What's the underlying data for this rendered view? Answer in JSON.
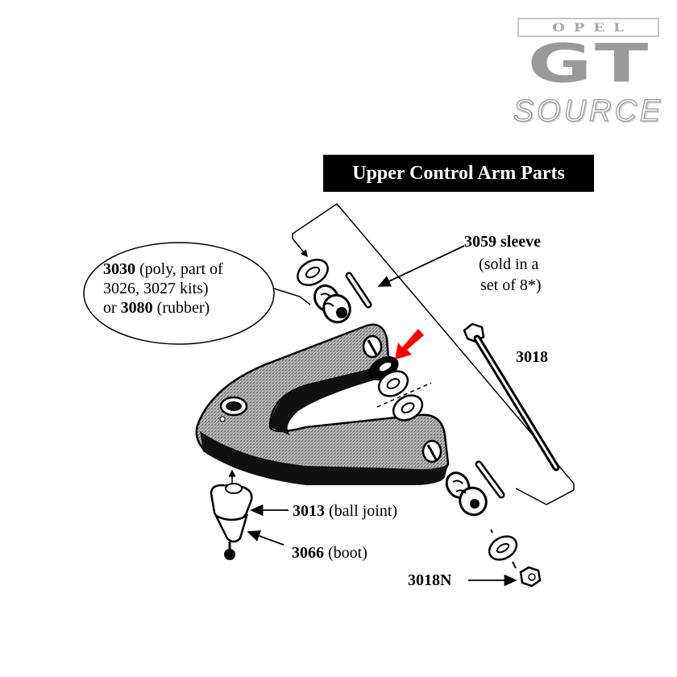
{
  "logo": {
    "brand_top": "OPEL",
    "brand_middle": "GT",
    "brand_bottom": "SOURCE"
  },
  "diagram": {
    "title": "Upper Control Arm Parts",
    "highlight_color": "#ff0000",
    "labels": {
      "bushing": {
        "part1_number": "3030",
        "part1_desc": "(poly, part of",
        "line2": "3026, 3027 kits)",
        "or": "or",
        "part2_number": "3080",
        "part2_desc": "(rubber)"
      },
      "sleeve": {
        "number": "3059",
        "name": "sleeve",
        "note_line1": "(sold in a",
        "note_line2": "set of 8*)"
      },
      "bolt": {
        "number": "3018"
      },
      "ball_joint": {
        "number": "3013",
        "desc": "(ball joint)"
      },
      "boot": {
        "number": "3066",
        "desc": "(boot)"
      },
      "nut": {
        "number": "3018N"
      }
    },
    "icons": [
      "red-arrow-icon",
      "control-arm-icon",
      "washer-icon",
      "bushing-icon",
      "sleeve-icon",
      "bolt-icon",
      "ball-joint-icon",
      "nut-icon"
    ]
  }
}
